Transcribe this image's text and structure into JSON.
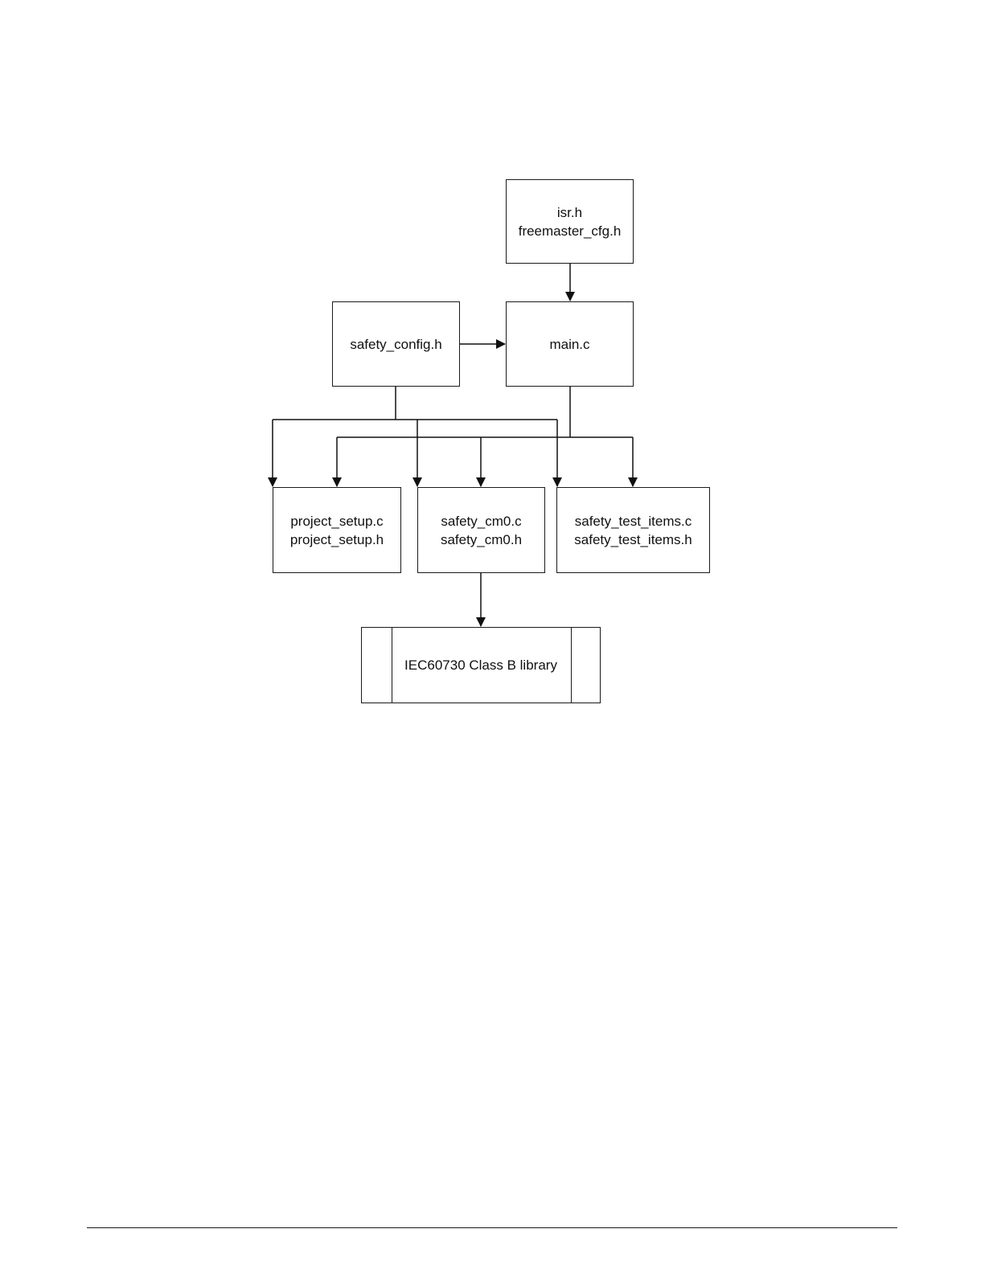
{
  "nodes": {
    "isr": {
      "lines": [
        "isr.h",
        "freemaster_cfg.h"
      ]
    },
    "safety_config": {
      "lines": [
        "safety_config.h"
      ]
    },
    "main": {
      "lines": [
        "main.c"
      ]
    },
    "project_setup": {
      "lines": [
        "project_setup.c",
        "project_setup.h"
      ]
    },
    "safety_cm0": {
      "lines": [
        "safety_cm0.c",
        "safety_cm0.h"
      ]
    },
    "safety_test_items": {
      "lines": [
        "safety_test_items.c",
        "safety_test_items.h"
      ]
    },
    "library": {
      "lines": [
        "IEC60730 Class B library"
      ]
    }
  },
  "edges": [
    {
      "from": "isr",
      "to": "main"
    },
    {
      "from": "safety_config",
      "to": "main"
    },
    {
      "from": "safety_config",
      "to": "project_setup"
    },
    {
      "from": "safety_config",
      "to": "safety_cm0"
    },
    {
      "from": "safety_config",
      "to": "safety_test_items"
    },
    {
      "from": "main",
      "to": "project_setup"
    },
    {
      "from": "main",
      "to": "safety_cm0"
    },
    {
      "from": "main",
      "to": "safety_test_items"
    },
    {
      "from": "safety_cm0",
      "to": "library"
    }
  ]
}
